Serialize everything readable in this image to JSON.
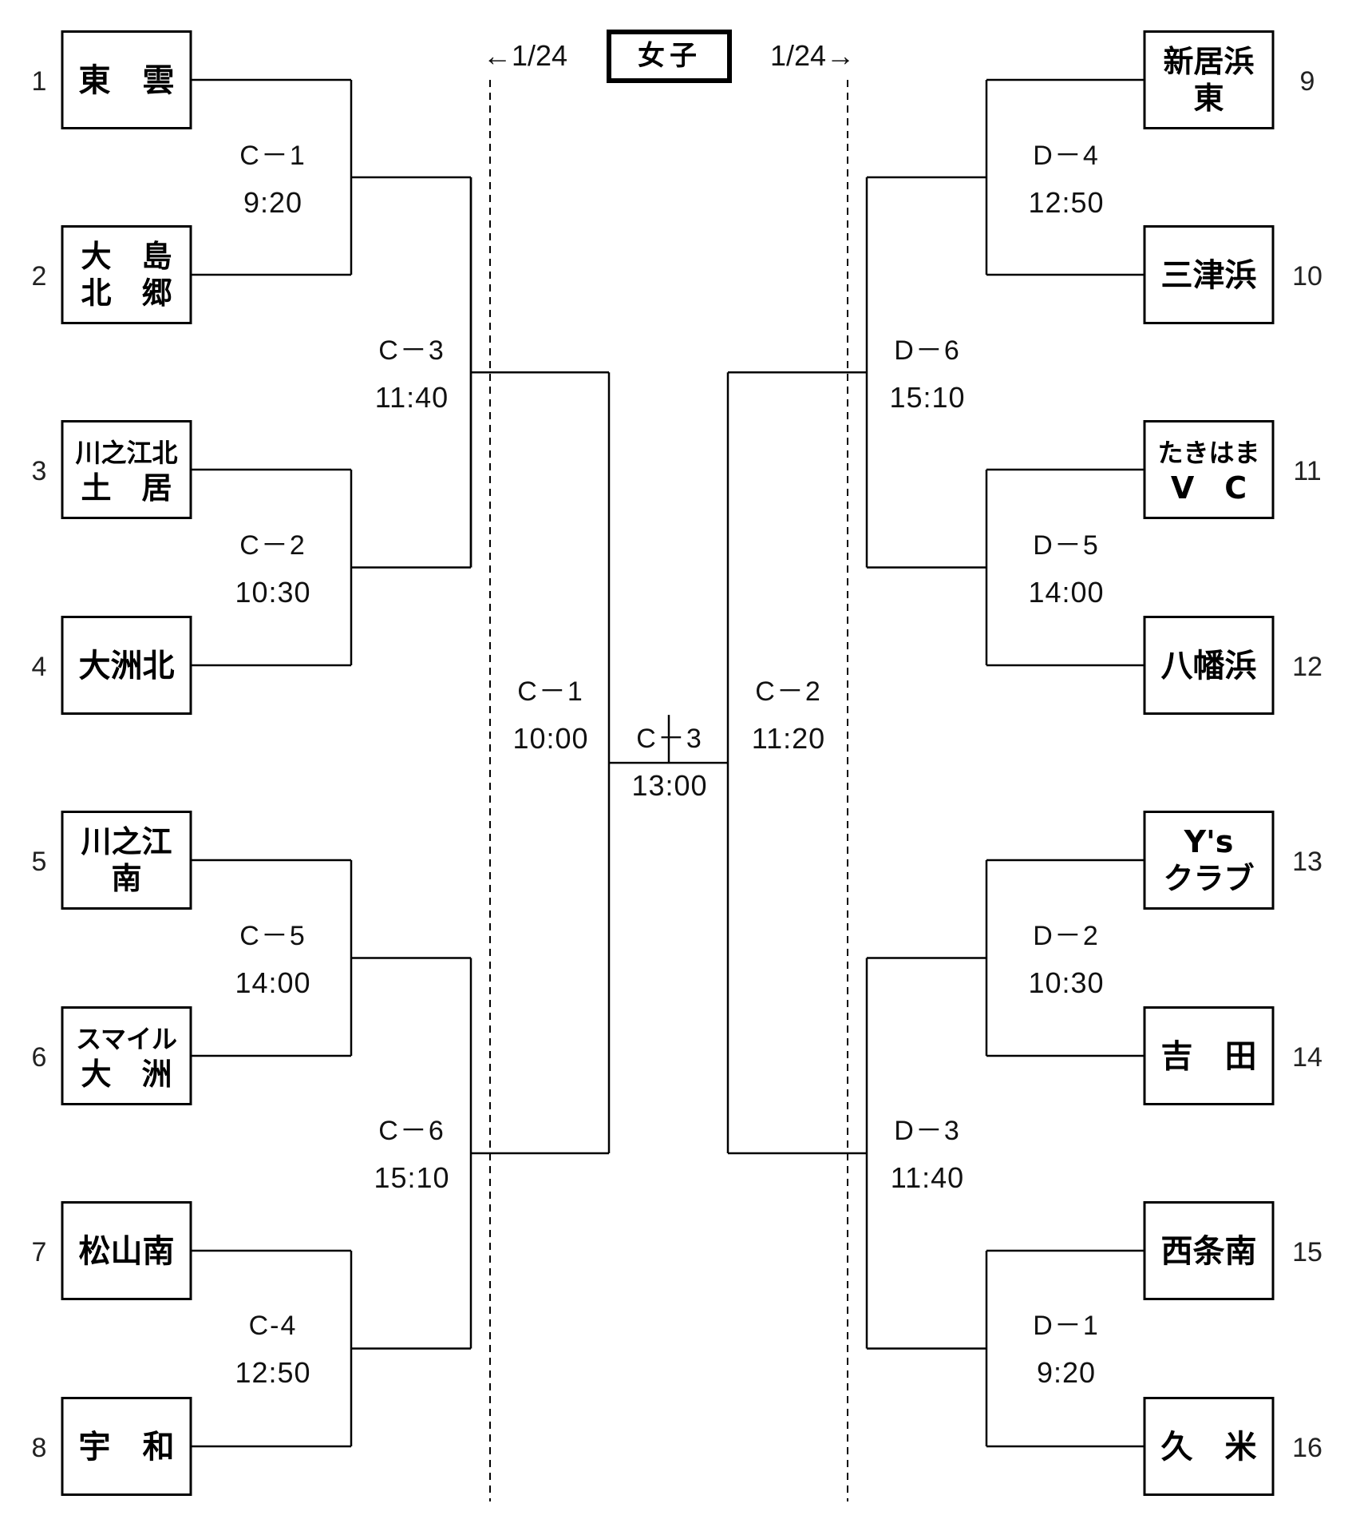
{
  "header": {
    "title": "女子",
    "left_date": "←1/24",
    "right_date": "1/24→"
  },
  "left": {
    "teams": [
      {
        "seed": "1",
        "lines": [
          "東　雲"
        ]
      },
      {
        "seed": "2",
        "lines": [
          "大　島",
          "北　郷"
        ]
      },
      {
        "seed": "3",
        "lines": [
          "川之江北",
          "土　居"
        ]
      },
      {
        "seed": "4",
        "lines": [
          "大洲北"
        ]
      },
      {
        "seed": "5",
        "lines": [
          "川之江",
          "南"
        ]
      },
      {
        "seed": "6",
        "lines": [
          "スマイル",
          "大　洲"
        ]
      },
      {
        "seed": "7",
        "lines": [
          "松山南"
        ]
      },
      {
        "seed": "8",
        "lines": [
          "宇　和"
        ]
      }
    ],
    "matches": [
      {
        "code": "C－1",
        "time": "9:20"
      },
      {
        "code": "C－2",
        "time": "10:30"
      },
      {
        "code": "C－5",
        "time": "14:00"
      },
      {
        "code": "C-4",
        "time": "12:50"
      },
      {
        "code": "C－3",
        "time": "11:40"
      },
      {
        "code": "C－6",
        "time": "15:10"
      }
    ],
    "semi": {
      "code": "C－1",
      "time": "10:00"
    }
  },
  "right": {
    "teams": [
      {
        "seed": "9",
        "lines": [
          "新居浜",
          "東"
        ]
      },
      {
        "seed": "10",
        "lines": [
          "三津浜"
        ]
      },
      {
        "seed": "11",
        "lines": [
          "たきはま",
          "V　C"
        ]
      },
      {
        "seed": "12",
        "lines": [
          "八幡浜"
        ]
      },
      {
        "seed": "13",
        "lines": [
          "Y's",
          "クラブ"
        ]
      },
      {
        "seed": "14",
        "lines": [
          "吉　田"
        ]
      },
      {
        "seed": "15",
        "lines": [
          "西条南"
        ]
      },
      {
        "seed": "16",
        "lines": [
          "久　米"
        ]
      }
    ],
    "matches": [
      {
        "code": "D－4",
        "time": "12:50"
      },
      {
        "code": "D－5",
        "time": "14:00"
      },
      {
        "code": "D－2",
        "time": "10:30"
      },
      {
        "code": "D－1",
        "time": "9:20"
      },
      {
        "code": "D－6",
        "time": "15:10"
      },
      {
        "code": "D－3",
        "time": "11:40"
      }
    ],
    "semi": {
      "code": "C－2",
      "time": "11:20"
    }
  },
  "final": {
    "code": "C－3",
    "time": "13:00"
  }
}
